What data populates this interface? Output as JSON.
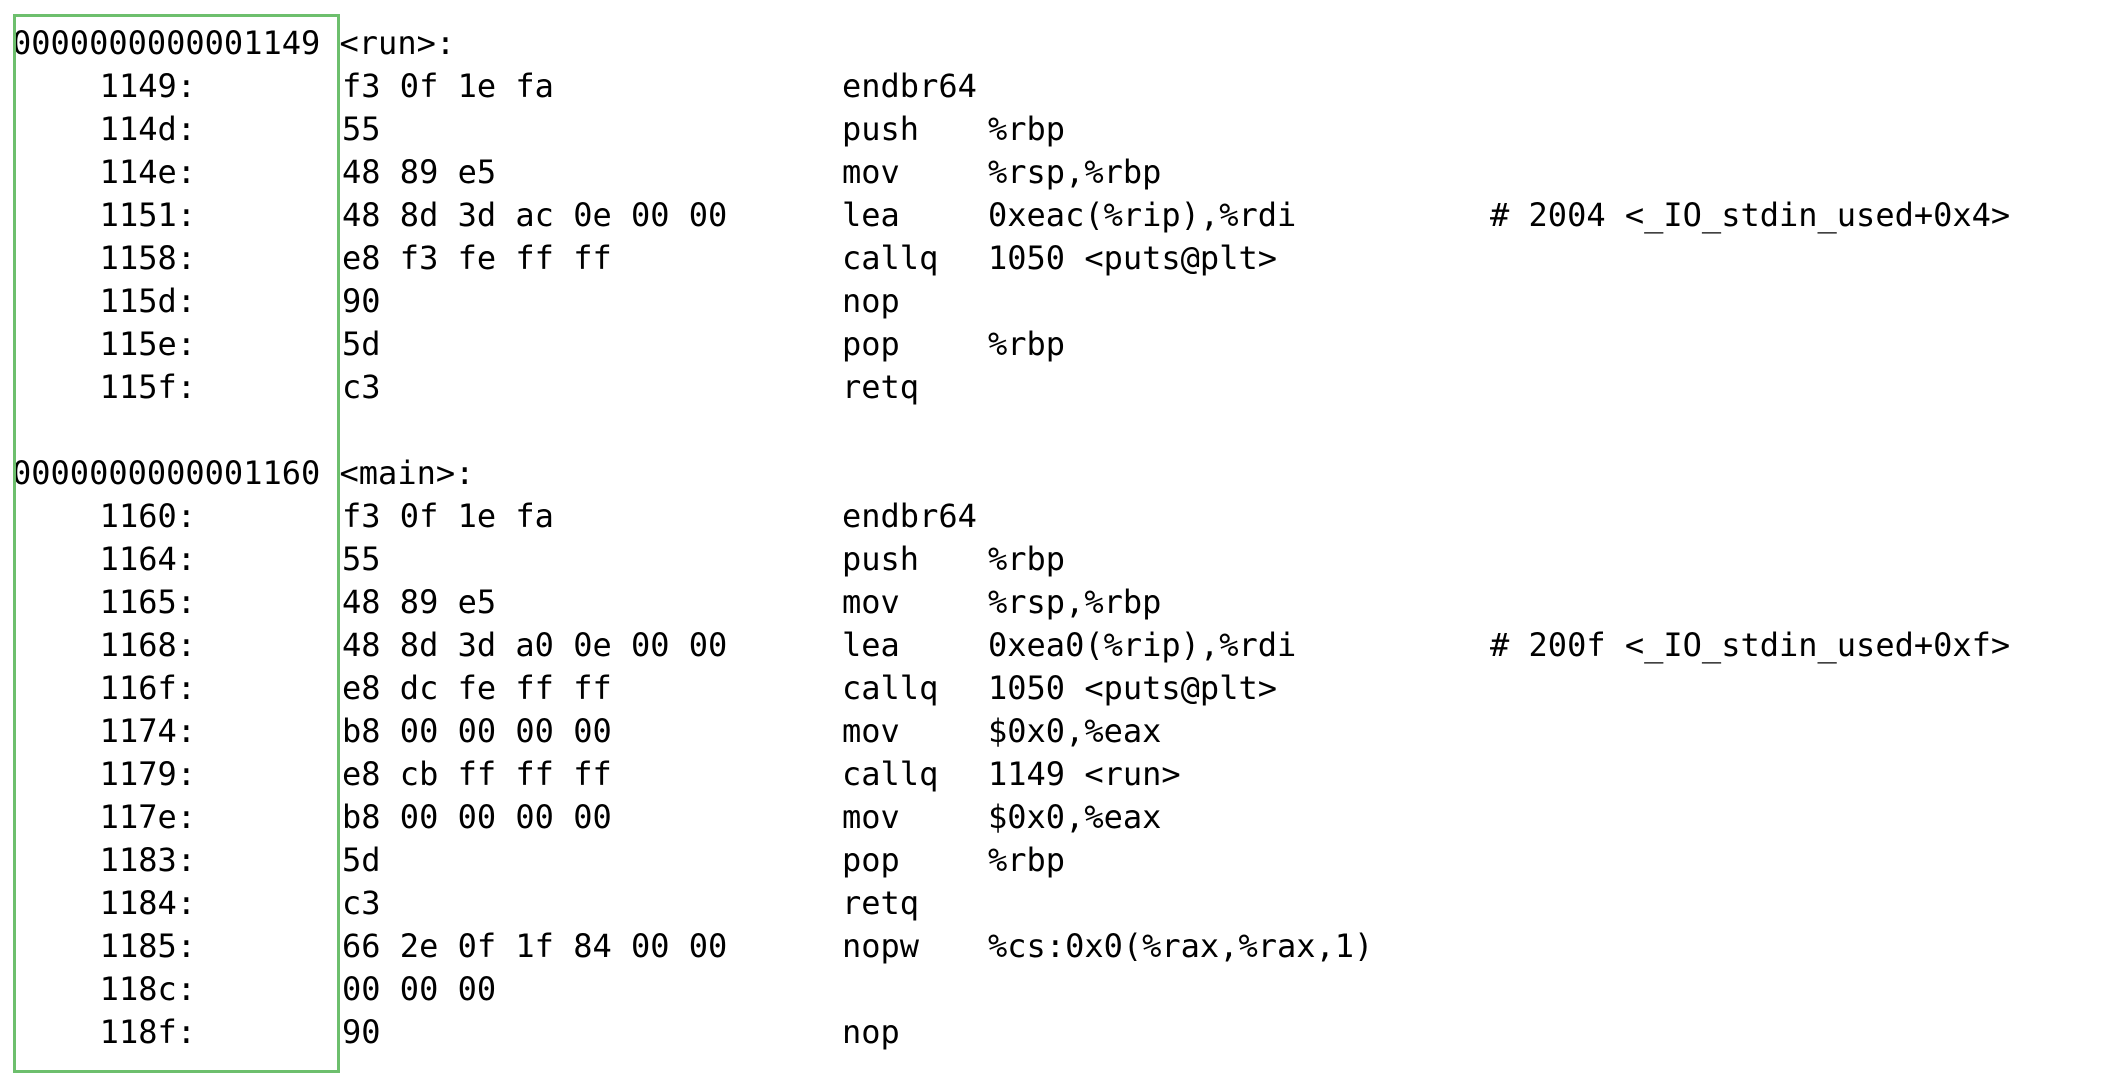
{
  "theme": {
    "highlight_color": "#6dbf6d",
    "text_color": "#000000",
    "background": "#ffffff"
  },
  "sections": [
    {
      "header": "0000000000001149 <run>:",
      "lines": [
        {
          "addr": "1149:",
          "bytes": "f3 0f 1e fa",
          "mnemonic": "endbr64",
          "operands": "",
          "comment": ""
        },
        {
          "addr": "114d:",
          "bytes": "55",
          "mnemonic": "push",
          "operands": "%rbp",
          "comment": ""
        },
        {
          "addr": "114e:",
          "bytes": "48 89 e5",
          "mnemonic": "mov",
          "operands": "%rsp,%rbp",
          "comment": ""
        },
        {
          "addr": "1151:",
          "bytes": "48 8d 3d ac 0e 00 00",
          "mnemonic": "lea",
          "operands": "0xeac(%rip),%rdi",
          "comment": "# 2004 <_IO_stdin_used+0x4>"
        },
        {
          "addr": "1158:",
          "bytes": "e8 f3 fe ff ff",
          "mnemonic": "callq",
          "operands": "1050 <puts@plt>",
          "comment": ""
        },
        {
          "addr": "115d:",
          "bytes": "90",
          "mnemonic": "nop",
          "operands": "",
          "comment": ""
        },
        {
          "addr": "115e:",
          "bytes": "5d",
          "mnemonic": "pop",
          "operands": "%rbp",
          "comment": ""
        },
        {
          "addr": "115f:",
          "bytes": "c3",
          "mnemonic": "retq",
          "operands": "",
          "comment": ""
        }
      ]
    },
    {
      "header": "0000000000001160 <main>:",
      "lines": [
        {
          "addr": "1160:",
          "bytes": "f3 0f 1e fa",
          "mnemonic": "endbr64",
          "operands": "",
          "comment": ""
        },
        {
          "addr": "1164:",
          "bytes": "55",
          "mnemonic": "push",
          "operands": "%rbp",
          "comment": ""
        },
        {
          "addr": "1165:",
          "bytes": "48 89 e5",
          "mnemonic": "mov",
          "operands": "%rsp,%rbp",
          "comment": ""
        },
        {
          "addr": "1168:",
          "bytes": "48 8d 3d a0 0e 00 00",
          "mnemonic": "lea",
          "operands": "0xea0(%rip),%rdi",
          "comment": "# 200f <_IO_stdin_used+0xf>"
        },
        {
          "addr": "116f:",
          "bytes": "e8 dc fe ff ff",
          "mnemonic": "callq",
          "operands": "1050 <puts@plt>",
          "comment": ""
        },
        {
          "addr": "1174:",
          "bytes": "b8 00 00 00 00",
          "mnemonic": "mov",
          "operands": "$0x0,%eax",
          "comment": ""
        },
        {
          "addr": "1179:",
          "bytes": "e8 cb ff ff ff",
          "mnemonic": "callq",
          "operands": "1149 <run>",
          "comment": ""
        },
        {
          "addr": "117e:",
          "bytes": "b8 00 00 00 00",
          "mnemonic": "mov",
          "operands": "$0x0,%eax",
          "comment": ""
        },
        {
          "addr": "1183:",
          "bytes": "5d",
          "mnemonic": "pop",
          "operands": "%rbp",
          "comment": ""
        },
        {
          "addr": "1184:",
          "bytes": "c3",
          "mnemonic": "retq",
          "operands": "",
          "comment": ""
        },
        {
          "addr": "1185:",
          "bytes": "66 2e 0f 1f 84 00 00",
          "mnemonic": "nopw",
          "operands": "%cs:0x0(%rax,%rax,1)",
          "comment": ""
        },
        {
          "addr": "118c:",
          "bytes": "00 00 00",
          "mnemonic": "",
          "operands": "",
          "comment": ""
        },
        {
          "addr": "118f:",
          "bytes": "90",
          "mnemonic": "nop",
          "operands": "",
          "comment": ""
        }
      ]
    }
  ]
}
